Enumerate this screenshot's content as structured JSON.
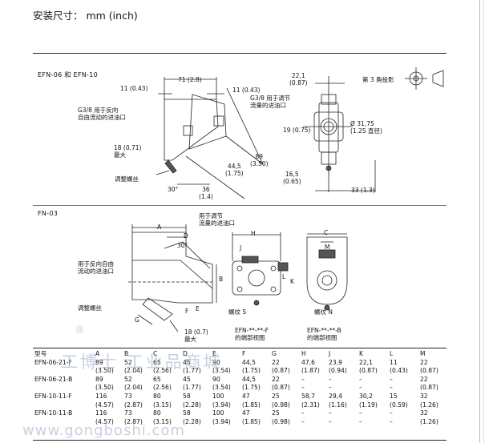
{
  "header": {
    "title": "安装尺寸：   mm (inch)"
  },
  "efn_section": {
    "title": "EFN-06  和  EFN-10",
    "projection": "第 3 角投影",
    "labels": {
      "dim_71": "71 (2.8)",
      "dim_11_left": "11 (0.43)",
      "dim_11_right": "11 (0.43)",
      "port_reverse": "G3/8 用于反向\n自由流动的进油口",
      "port_adjust": "G3/8 用于调节\n流量的进油口",
      "dim_18": "18 (0.71)\n最大",
      "adjust_screw": "调整螺丝",
      "angle_30": "30°",
      "dim_36": "36\n(1.4)",
      "dim_44": "44,5\n(1.75)",
      "dim_89": "89\n(3.50)",
      "dim_22": "22,1\n(0.87)",
      "dim_19": "19 (0.75)",
      "dim_31": "Ø 31,75\n(1.25 直径)",
      "dim_16": "16,5\n(0.65)",
      "dim_33": "33 (1.3)"
    }
  },
  "fn_section": {
    "title": "FN-03",
    "labels": {
      "A": "A",
      "D": "D",
      "angle_30": "30°",
      "B": "B",
      "E": "E",
      "F": "F",
      "G": "G",
      "port_adjust": "用于调节\n流量的进油口",
      "port_reverse": "用于反向自由\n流动的进油口",
      "adjust_screw": "调整螺丝",
      "dim_18": "18 (0.7)\n最大",
      "H": "H",
      "J": "J",
      "L": "L",
      "K": "K",
      "C": "C",
      "M": "M",
      "thread_s": "螺纹 S",
      "thread_n": "螺纹 N",
      "view_f": "EFN-**-**-F\n的端部视图",
      "view_b": "EFN-**-**-B\n的端部视图"
    }
  },
  "table": {
    "headers": [
      "型号",
      "A",
      "B",
      "C",
      "D",
      "E",
      "F",
      "G",
      "H",
      "J",
      "K",
      "L",
      "M"
    ],
    "rows": [
      [
        "EFN-06-21-F",
        "89",
        "52",
        "65",
        "45",
        "90",
        "44,5",
        "22",
        "47,6",
        "23,9",
        "22,1",
        "11",
        "22"
      ],
      [
        "",
        "(3.50)",
        "(2.04)",
        "(2.56)",
        "(1.77)",
        "(3.54)",
        "(1.75)",
        "(0.87)",
        "(1.87)",
        "(0.94)",
        "(0.87)",
        "(0.43)",
        "(0.87)"
      ],
      [
        "EFN-06-21-B",
        "89",
        "52",
        "65",
        "45",
        "90",
        "44,5",
        "22",
        "–",
        "–",
        "–",
        "–",
        "22"
      ],
      [
        "",
        "(3.50)",
        "(2.04)",
        "(2.56)",
        "(1.77)",
        "(3.54)",
        "(1.75)",
        "(0.87)",
        "–",
        "–",
        "–",
        "–",
        "(0.87)"
      ],
      [
        "EFN-10-11-F",
        "116",
        "73",
        "80",
        "58",
        "100",
        "47",
        "25",
        "58,7",
        "29,4",
        "30,2",
        "15",
        "32"
      ],
      [
        "",
        "(4.57)",
        "(2.87)",
        "(3.15)",
        "(2.28)",
        "(3.94)",
        "(1.85)",
        "(0.98)",
        "(2.31)",
        "(1.16)",
        "(1.19)",
        "(0.59)",
        "(1.26)"
      ],
      [
        "EFN-10-11-B",
        "116",
        "73",
        "80",
        "58",
        "100",
        "47",
        "25",
        "–",
        "–",
        "–",
        "–",
        "32"
      ],
      [
        "",
        "(4.57)",
        "(2.87)",
        "(3.15)",
        "(2.28)",
        "(3.94)",
        "(1.85)",
        "(0.98)",
        "–",
        "–",
        "–",
        "–",
        "(1.26)"
      ]
    ]
  },
  "watermark": {
    "text": "www.gongboshi.com",
    "brand": "工博士 工业品商城",
    "registered": "®"
  }
}
